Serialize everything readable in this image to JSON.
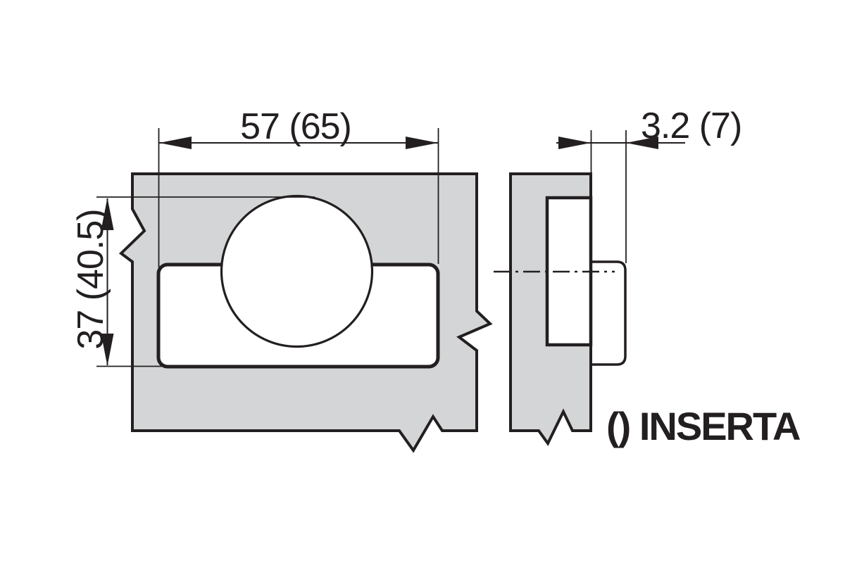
{
  "drawing": {
    "type": "hinge-mounting-technical-drawing",
    "labels": {
      "front_width": "57 (65)",
      "front_height": "37 (40.5)",
      "side_protrusion": "3.2 (7)",
      "legend": "() INSERTA"
    },
    "colors": {
      "background": "#ffffff",
      "panel_fill": "#d3d5d6",
      "line": "#231f20"
    }
  }
}
